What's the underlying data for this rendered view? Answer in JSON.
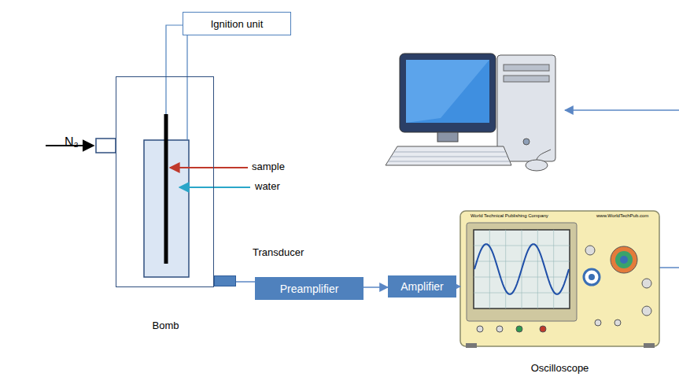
{
  "diagram": {
    "nodes": [
      {
        "text": [
          "Ignition unit"
        ]
      },
      {
        "text": [
          "Bomb"
        ]
      },
      {
        "text": [
          "Transducer"
        ]
      },
      {
        "text": [
          "Preamplifier"
        ]
      },
      {
        "text": [
          "Amplifier"
        ]
      },
      {
        "text": [
          "Oscilloscope"
        ]
      }
    ],
    "edges": [
      {
        "from": 0,
        "to": 1,
        "arrow": "none"
      },
      {
        "from": 2,
        "to": 3,
        "arrow": "none"
      },
      {
        "from": 3,
        "to": 4,
        "arrow": "to"
      },
      {
        "from": 4,
        "to": 5,
        "arrow": "to"
      }
    ],
    "labels": [
      "N₂",
      "sample",
      "water",
      "World Technical Publishing Company",
      "www.WorldTechPub.com"
    ]
  }
}
